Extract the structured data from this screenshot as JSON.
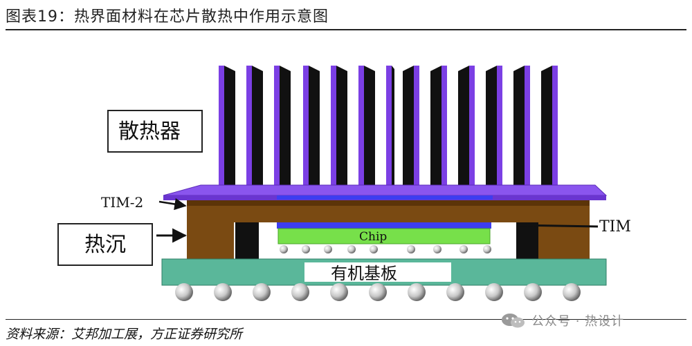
{
  "title": "图表19：热界面材料在芯片散热中作用示意图",
  "source": "资料来源：艾邦加工展，方正证券研究所",
  "watermark": "公众号 · 热设计",
  "labels": {
    "heatsink": "散热器",
    "heat_spreader": "热沉",
    "substrate": "有机基板",
    "chip": "Chip",
    "tim2": "TIM-2",
    "tim": "TIM"
  },
  "colors": {
    "fin_purple": "#7b3fe4",
    "fin_black": "#111111",
    "heat_spreader": "#7a4a12",
    "chip": "#77e04a",
    "tim_layer": "#3d3df0",
    "substrate": "#5ab79a"
  }
}
